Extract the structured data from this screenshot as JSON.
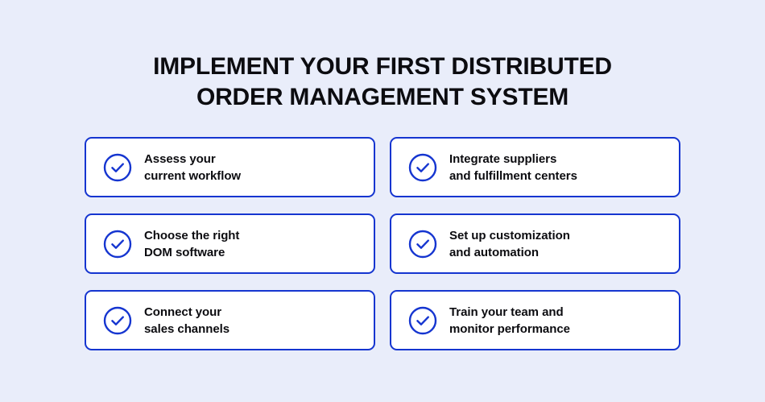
{
  "colors": {
    "background": "#e9edfa",
    "card_background": "#ffffff",
    "accent_blue": "#1535d0",
    "text": "#0c0c10"
  },
  "headline": {
    "line1": "IMPLEMENT YOUR FIRST DISTRIBUTED",
    "line2": "ORDER MANAGEMENT SYSTEM"
  },
  "steps": [
    {
      "icon": "check-circle-icon",
      "line1": "Assess your",
      "line2": "current workflow"
    },
    {
      "icon": "check-circle-icon",
      "line1": "Integrate suppliers",
      "line2": "and fulfillment centers"
    },
    {
      "icon": "check-circle-icon",
      "line1": "Choose the right",
      "line2": "DOM software"
    },
    {
      "icon": "check-circle-icon",
      "line1": "Set up customization",
      "line2": "and automation"
    },
    {
      "icon": "check-circle-icon",
      "line1": "Connect your",
      "line2": "sales channels"
    },
    {
      "icon": "check-circle-icon",
      "line1": "Train your team and",
      "line2": "monitor performance"
    }
  ]
}
